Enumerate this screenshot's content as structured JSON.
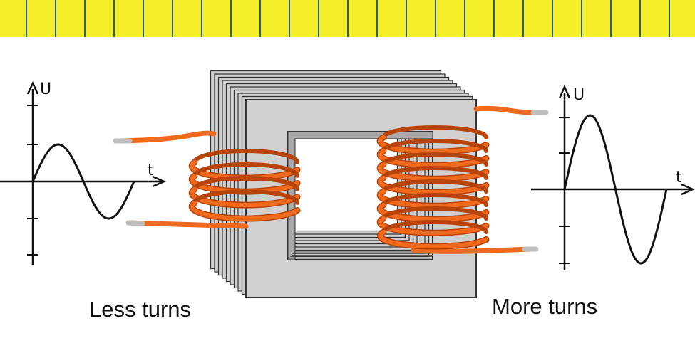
{
  "banner": {
    "stripe_color": "#f5ef2a",
    "line_color": "#2a5d8f"
  },
  "left_graph": {
    "y_axis_label": "U",
    "x_axis_label": "t"
  },
  "right_graph": {
    "y_axis_label": "U",
    "x_axis_label": "t"
  },
  "captions": {
    "primary": "Less turns",
    "secondary": "More turns"
  },
  "colors": {
    "core_face": "#d0d0d0",
    "core_edge": "#333333",
    "wire": "#f06a1e",
    "wire_dark": "#b9440b",
    "wire_tip": "#bfbfbf"
  },
  "coils": {
    "primary_turns": 4,
    "secondary_turns": 8
  }
}
